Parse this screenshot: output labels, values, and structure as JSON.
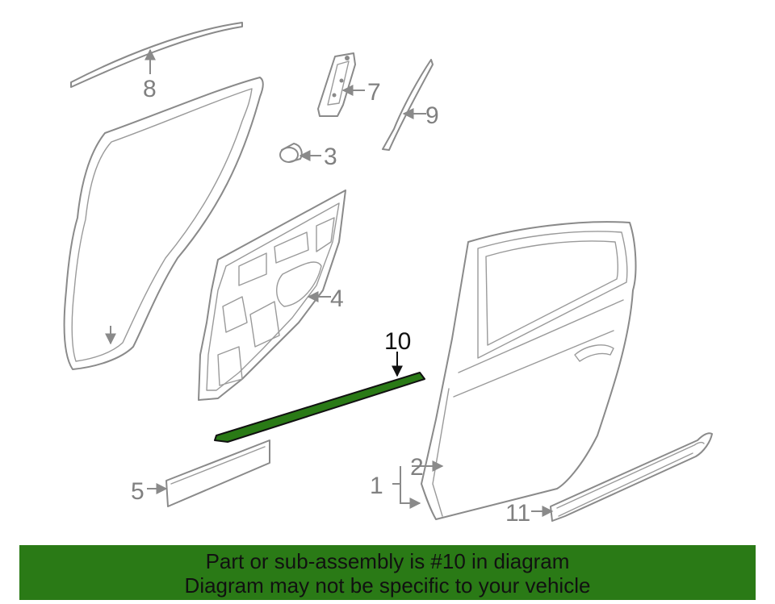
{
  "diagram": {
    "callouts": {
      "c1": "1",
      "c2": "2",
      "c3": "3",
      "c4": "4",
      "c5": "5",
      "c7": "7",
      "c8": "8",
      "c9": "9",
      "c10": "10",
      "c11": "11"
    },
    "highlight_color": "#2a7a16"
  },
  "banner": {
    "line1": "Part or sub-assembly is #10 in diagram",
    "line2": "Diagram may not be specific to your vehicle",
    "background": "#2a7a16"
  }
}
